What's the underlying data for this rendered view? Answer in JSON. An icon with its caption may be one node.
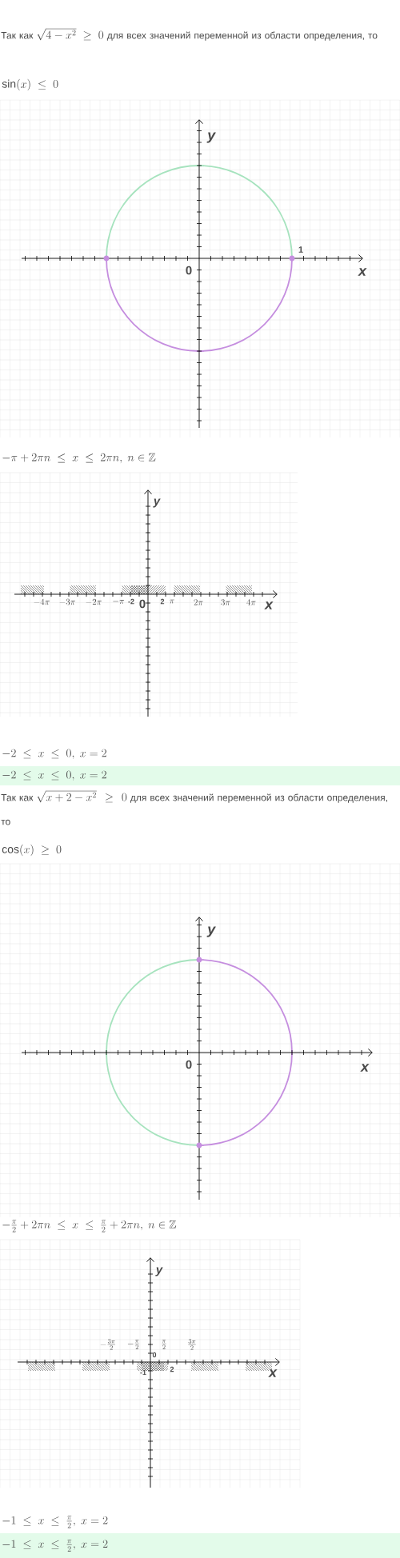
{
  "diagram": {
    "labels": [
      "Так как",
      "\\sqrt{4-x^{2}}\\ \\ge\\ 0",
      "для всех значений переменной из области определения, то",
      "\\sin(x)\\ \\le\\ 0",
      "y",
      "1",
      "0",
      "x",
      "-\\pi+2\\pi n\\ \\le\\ x\\ \\le\\ 2\\pi n,\\ n\\in\\mathbb{Z}",
      "y",
      "-4\\pi",
      "-3\\pi",
      "-2\\pi",
      "-\\pi",
      "-2",
      "0",
      "2",
      "\\pi",
      "2\\pi",
      "3\\pi",
      "4\\pi",
      "x",
      "-2\\ \\le\\ x\\ \\le\\ 0,\\ x=2",
      "-2\\ \\le\\ x\\ \\le\\ 0,\\ x=2",
      "Так как",
      "\\sqrt{x+2-x^{2}}\\ \\ge\\ 0",
      "для всех значений переменной из области определения, то",
      "\\cos(x)\\ \\ge\\ 0",
      "y",
      "0",
      "x",
      "-\\frac{\\pi}{2}+2\\pi n\\ \\le\\ x\\ \\le\\ \\frac{\\pi}{2}+2\\pi n,\\ n\\in\\mathbb{Z}",
      "y",
      "-\\frac{3\\pi}{2}",
      "-\\frac{\\pi}{2}",
      "0",
      "\\frac{\\pi}{2}",
      "\\frac{3\\pi}{2}",
      "-1",
      "2",
      "x",
      "-1\\ \\le\\ x\\ \\le\\ \\frac{\\pi}{2},\\ x=2",
      "-1\\ \\le\\ x\\ \\le\\ \\frac{\\pi}{2},\\ x=2"
    ]
  }
}
